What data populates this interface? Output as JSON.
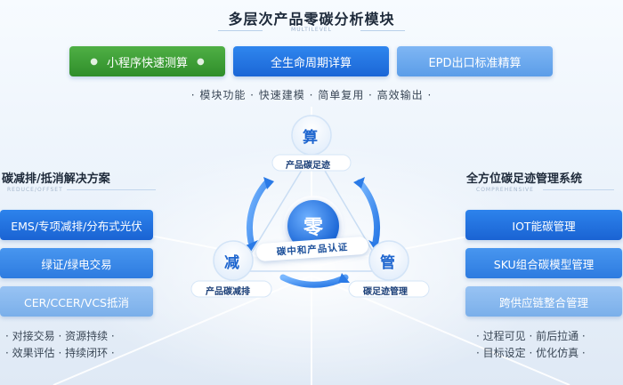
{
  "header": {
    "title": "多层次产品零碳分析模块",
    "subtitle": "MULTILEVEL"
  },
  "top_buttons": [
    {
      "label": "小程序快速测算"
    },
    {
      "label": "全生命周期详算"
    },
    {
      "label": "EPD出口标准精算"
    }
  ],
  "features": "· 模块功能 · 快速建模 · 简单复用 · 高效输出 ·",
  "left": {
    "title": "碳减排/抵消解决方案",
    "subtitle": "REDUCE/OFFSET",
    "items": [
      {
        "label": "EMS/专项减排/分布式光伏"
      },
      {
        "label": "绿证/绿电交易"
      },
      {
        "label": "CER/CCER/VCS抵消"
      }
    ],
    "bullets": [
      "· 对接交易 · 资源持续 ·",
      "· 效果评估 · 持续闭环 ·"
    ]
  },
  "right": {
    "title": "全方位碳足迹管理系统",
    "subtitle": "COMPREHENSIVE",
    "items": [
      {
        "label": "IOT能碳管理"
      },
      {
        "label": "SKU组合碳模型管理"
      },
      {
        "label": "跨供应链整合管理"
      }
    ],
    "bullets": [
      "· 过程可见 · 前后拉通 ·",
      "· 目标设定 · 优化仿真 ·"
    ]
  },
  "diagram": {
    "top_char": "算",
    "top_label": "产品碳足迹",
    "left_char": "减",
    "left_label": "产品碳减排",
    "right_char": "管",
    "right_label": "碳足迹管理",
    "center_char": "零",
    "center_ribbon": "碳中和产品认证"
  },
  "colors": {
    "green": "#3a9c34",
    "blue": "#1f6fdf",
    "light_blue": "#6aa8ee",
    "pale_blue": "#8ab9ef"
  }
}
